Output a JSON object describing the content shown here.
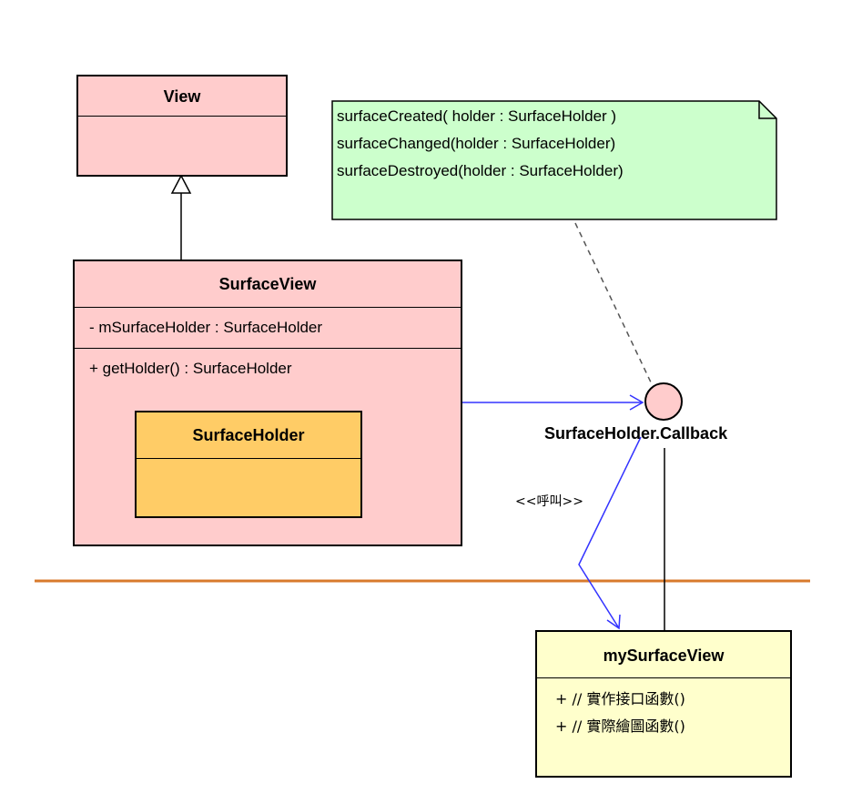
{
  "diagram": {
    "view": {
      "name": "View"
    },
    "surface_view": {
      "name": "SurfaceView",
      "attribute": "- mSurfaceHolder : SurfaceHolder",
      "operation": "+ getHolder() : SurfaceHolder"
    },
    "surface_holder": {
      "name": "SurfaceHolder"
    },
    "note": {
      "lines": [
        "surfaceCreated( holder : SurfaceHolder )",
        "surfaceChanged(holder : SurfaceHolder)",
        "surfaceDestroyed(holder : SurfaceHolder)"
      ]
    },
    "interface": {
      "name": "SurfaceHolder.Callback"
    },
    "call_stereotype": "<<呼叫>>",
    "my_surface_view": {
      "name": "mySurfaceView",
      "operations": [
        "+ // 實作接口函數()",
        "+ // 實際繪圖函數()"
      ]
    }
  },
  "colors": {
    "class_fill": "#ffcccc",
    "inner_class_fill": "#ffcc66",
    "note_fill": "#ccffcc",
    "user_class_fill": "#ffffcc",
    "interface_fill": "#ffcccc",
    "arrow_blue": "#3333ff",
    "divider_orange": "#d87a2c"
  }
}
